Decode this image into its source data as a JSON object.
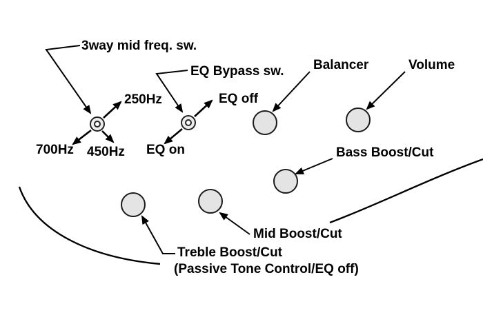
{
  "diagram": {
    "labels": {
      "mid_freq_sw": "3way mid freq. sw.",
      "freq_250": "250Hz",
      "freq_700": "700Hz",
      "freq_450": "450Hz",
      "eq_bypass_sw": "EQ Bypass sw.",
      "eq_off": "EQ off",
      "eq_on": "EQ on",
      "balancer": "Balancer",
      "volume": "Volume",
      "bass_boost_cut": "Bass Boost/Cut",
      "mid_boost_cut": "Mid Boost/Cut",
      "treble_boost_cut": "Treble Boost/Cut",
      "treble_note": "(Passive Tone Control/EQ off)"
    },
    "colors": {
      "background": "#ffffff",
      "line": "#000000",
      "knob_fill": "#e4e4e4"
    }
  }
}
